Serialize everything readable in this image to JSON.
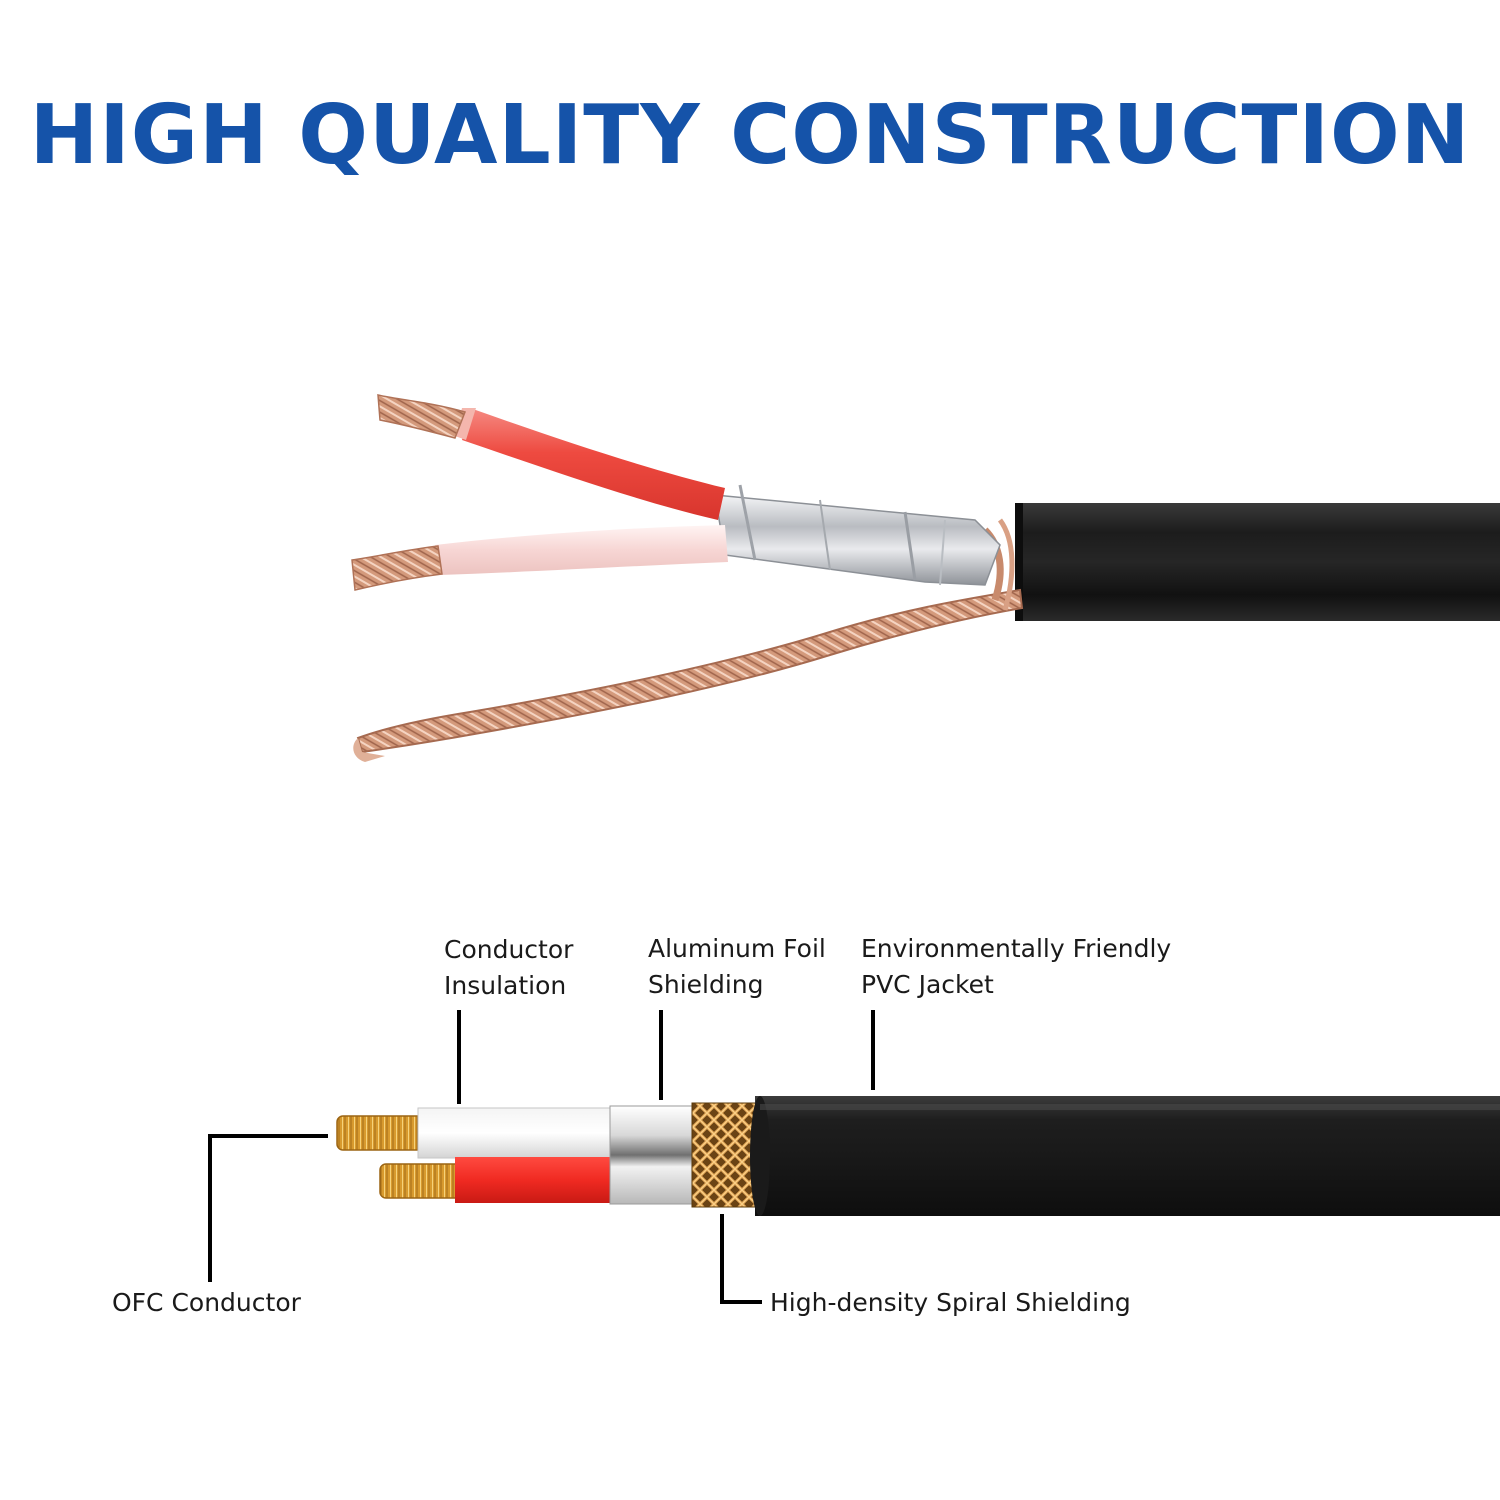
{
  "title": "HIGH QUALITY CONSTRUCTION",
  "labels": {
    "conductor_insulation": [
      "Conductor",
      "Insulation"
    ],
    "aluminum_foil": [
      "Aluminum Foil",
      "Shielding"
    ],
    "pvc_jacket": [
      "Environmentally Friendly",
      "PVC Jacket"
    ],
    "ofc_conductor": "OFC Conductor",
    "spiral_shielding": "High-density Spiral Shielding"
  },
  "colors": {
    "title": "#1553a9",
    "jacket": "#1b1b1b",
    "red_insulation": "#e8302c",
    "white_insulation": "#f1f1f1",
    "copper": "#d4987a",
    "gold_conductor": "#d9a23a",
    "foil": "#c9ccd0"
  }
}
